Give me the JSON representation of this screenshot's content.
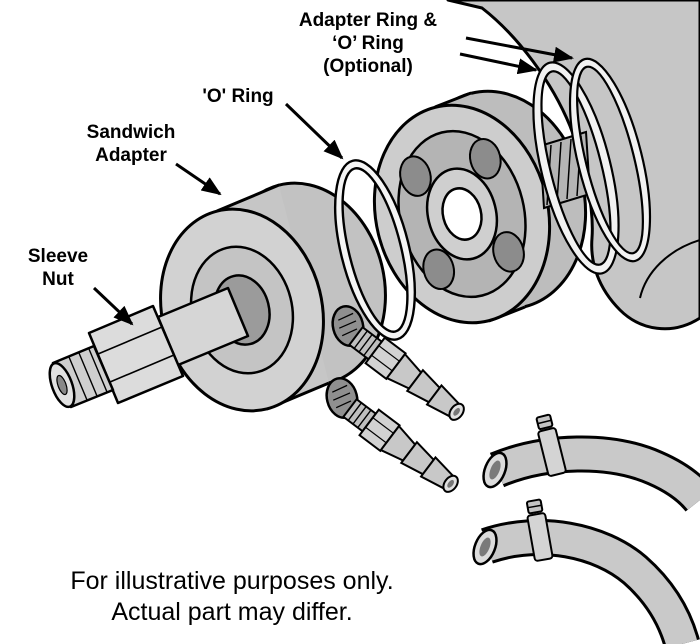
{
  "labels": {
    "adapter_ring": {
      "lines": [
        "Adapter Ring &",
        "‘O’ Ring",
        "(Optional)"
      ]
    },
    "o_ring": {
      "text": "'O' Ring"
    },
    "sandwich_adapter": {
      "lines": [
        "Sandwich",
        "Adapter"
      ]
    },
    "sleeve_nut": {
      "lines": [
        "Sleeve",
        "Nut"
      ]
    }
  },
  "disclaimer": {
    "lines": [
      "For illustrative purposes only.",
      "Actual part may differ."
    ]
  },
  "diagram": {
    "type": "exploded-parts-illustration",
    "parts": [
      "sleeve-nut",
      "sandwich-adapter",
      "o-ring",
      "adapter-ring-and-o-ring-optional",
      "filter-mount-plate",
      "engine-block",
      "hose-barb-fittings",
      "hoses",
      "hose-clamps"
    ]
  },
  "colors": {
    "outline": "#000000",
    "background": "#ffffff",
    "metal_light": "#d2d2d2",
    "metal_mid": "#c4c4c4",
    "metal_dark": "#8f8f8f",
    "ring_band": "#f2f2f2"
  }
}
